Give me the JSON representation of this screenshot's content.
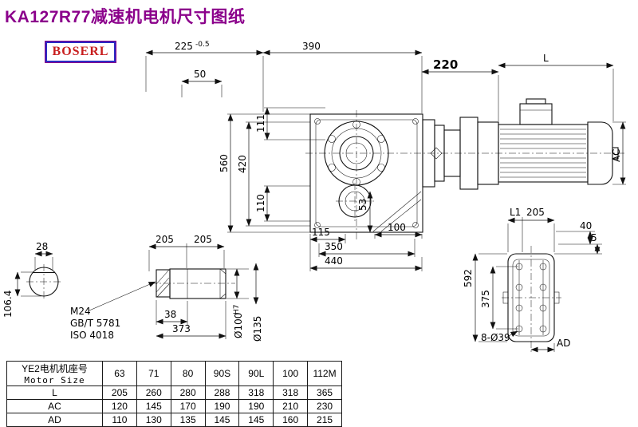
{
  "title": "KA127R77减速机电机尺寸图纸",
  "brand": "BOSERL",
  "colors": {
    "title": "#8b008b",
    "brand_text": "#c81e1e",
    "brand_border": "#2b2bc4",
    "line": "#111111"
  },
  "dims": {
    "d225": "225",
    "d225_tol": "-0.5",
    "d390": "390",
    "d50": "50",
    "d220": "220",
    "dL": "L",
    "d560": "560",
    "d420": "420",
    "d111": "111",
    "d110": "110",
    "d53": "53",
    "d115": "115",
    "d100": "100",
    "d350": "350",
    "d440": "440",
    "dAC": "AC",
    "d28": "28",
    "d106_4": "106.4",
    "d205a": "205",
    "d205b": "205",
    "m24": "M24",
    "gb": "GB/T 5781",
    "iso": "ISO 4018",
    "d38": "38",
    "d373": "373",
    "d100h7": "Ø100",
    "d100h7_fit": "H7",
    "d135": "Ø135",
    "dL1": "L1",
    "d205c": "205",
    "d40": "40",
    "d5": "5",
    "d592": "592",
    "d375": "375",
    "holes": "8-Ø39",
    "dAD": "AD"
  },
  "table": {
    "header_cn": "YE2电机机座号",
    "header_en": "Motor Size",
    "columns": [
      "63",
      "71",
      "80",
      "90S",
      "90L",
      "100",
      "112M"
    ],
    "rows": [
      {
        "label": "L",
        "values": [
          "205",
          "260",
          "280",
          "288",
          "318",
          "318",
          "365"
        ]
      },
      {
        "label": "AC",
        "values": [
          "120",
          "145",
          "170",
          "190",
          "190",
          "210",
          "230"
        ]
      },
      {
        "label": "AD",
        "values": [
          "110",
          "130",
          "135",
          "145",
          "145",
          "160",
          "215"
        ]
      }
    ]
  }
}
